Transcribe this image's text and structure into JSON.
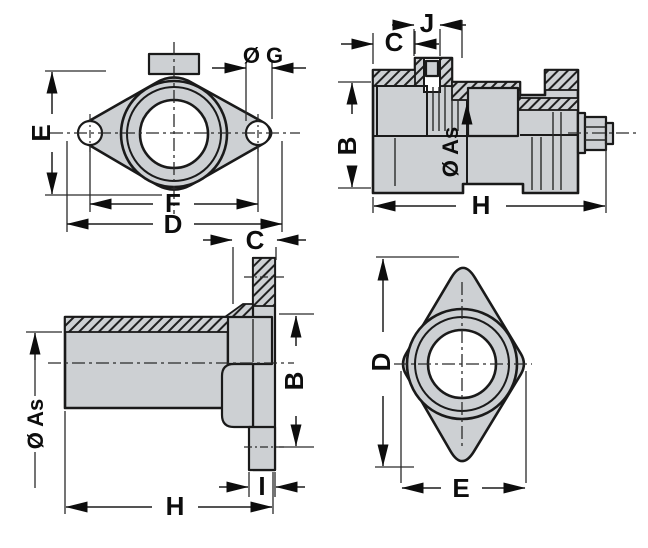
{
  "drawing": {
    "type": "technical-dimension-drawing",
    "colors": {
      "background": "#ffffff",
      "part_fill": "#cdd0d3",
      "line": "#1a1a1a"
    },
    "views": {
      "front_flange": {
        "labels": {
          "e": "E",
          "g": "Ø G",
          "f": "F",
          "d": "D"
        }
      },
      "cross_section": {
        "labels": {
          "c": "C",
          "j": "J",
          "b": "B",
          "as": "Ø As",
          "h": "H"
        }
      },
      "side": {
        "labels": {
          "c": "C",
          "as": "Ø As",
          "b": "B",
          "h": "H",
          "i": "I"
        }
      },
      "rear_flange": {
        "labels": {
          "d": "D",
          "e": "E"
        }
      }
    }
  }
}
